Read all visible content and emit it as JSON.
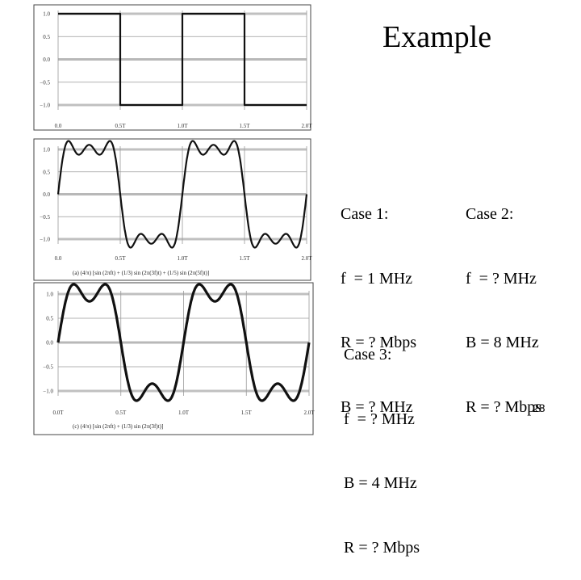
{
  "slide": {
    "title": "Example",
    "page_number": "28"
  },
  "cases": [
    {
      "lines": [
        "Case 1:",
        "f  = 1 MHz",
        "R = ? Mbps",
        "B = ? MHz"
      ]
    },
    {
      "lines": [
        "Case 2:",
        "f  = ? MHz",
        "B = 8 MHz",
        "R = ? Mbps"
      ]
    },
    {
      "lines": [
        "Case 3:",
        "f  = ? MHz",
        "B = 4 MHz",
        "R = ? Mbps"
      ]
    }
  ],
  "figure": {
    "panels": [
      {
        "y_ticks": [
          "1.0",
          "0.5",
          "0.0",
          "−0.5",
          "−1.0"
        ],
        "x_ticks": [
          "0.0",
          "0.5T",
          "1.0T",
          "1.5T",
          "2.0T"
        ],
        "caption": "",
        "harmonics": [],
        "ideal_square": true,
        "levels": [
          1.0,
          0.5,
          0.0,
          -0.5,
          -1.0
        ]
      },
      {
        "y_ticks": [
          "1.0",
          "0.5",
          "0.0",
          "−0.5",
          "−1.0"
        ],
        "x_ticks": [
          "0.0",
          "0.5T",
          "1.0T",
          "1.5T",
          "2.0T"
        ],
        "caption": "(a) (4/π) [sin (2πft) + (1/3) sin (2π(3f)t) + (1/5) sin (2π(5f)t)]",
        "harmonics": [
          1,
          3,
          5
        ],
        "ideal_square": false,
        "levels": [
          1.0,
          0.5,
          0.0,
          -0.5,
          -1.0
        ]
      },
      {
        "y_ticks": [
          "1.0",
          "0.5",
          "0.0",
          "−0.5",
          "−1.0"
        ],
        "x_ticks": [
          "0.0T",
          "0.5T",
          "1.0T",
          "1.5T",
          "2.0T"
        ],
        "caption": "(c)  (4/π) [sin (2πft) + (1/3) sin (2π(3f)t)]",
        "harmonics": [
          1,
          3
        ],
        "ideal_square": false,
        "levels": [
          1.0,
          0.5,
          0.0,
          -0.5,
          -1.0
        ]
      }
    ]
  }
}
